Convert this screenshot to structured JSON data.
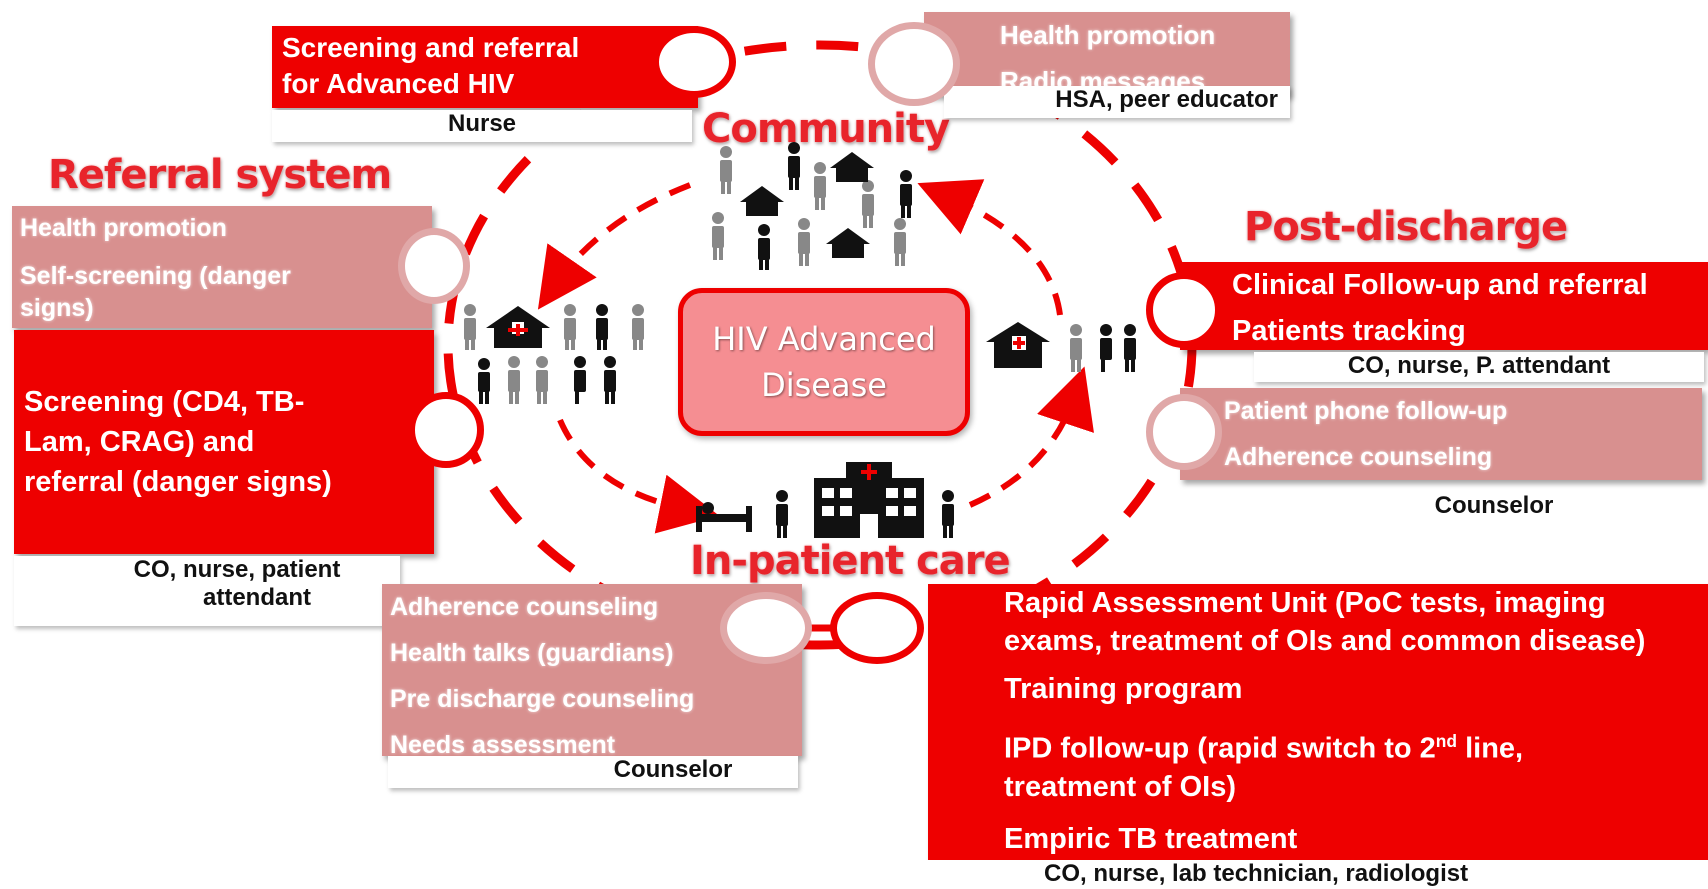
{
  "center": {
    "line1": "HIV Advanced",
    "line2": "Disease"
  },
  "sections": {
    "community": "Community",
    "referral": "Referral system",
    "post_discharge": "Post-discharge",
    "inpatient": "In-patient care"
  },
  "boxes": {
    "screening_advanced": {
      "lines": [
        "Screening and referral",
        "for Advanced HIV"
      ],
      "staff": "Nurse"
    },
    "community_promo": {
      "lines": [
        "Health promotion",
        "Radio messages"
      ],
      "staff": "HSA, peer educator"
    },
    "referral_promo": {
      "lines": [
        "Health promotion",
        "Self-screening (danger",
        "signs)"
      ]
    },
    "referral_screening": {
      "lines": [
        "Screening (CD4, TB-",
        "Lam, CRAG) and",
        "referral (danger signs)"
      ],
      "staff_lines": [
        "CO, nurse, patient",
        "attendant"
      ]
    },
    "clinical_followup": {
      "lines": [
        "Clinical Follow-up and referral",
        "Patients tracking"
      ],
      "staff": "CO, nurse, P. attendant"
    },
    "phone_followup": {
      "lines": [
        "Patient phone follow-up",
        "Adherence counseling"
      ],
      "staff": "Counselor"
    },
    "inpatient_counsel": {
      "lines": [
        "Adherence counseling",
        "Health talks (guardians)",
        "Pre discharge counseling",
        "Needs assessment"
      ],
      "staff": "Counselor"
    },
    "rapid_unit": {
      "line1": "Rapid Assessment Unit (PoC tests, imaging",
      "line2": "exams, treatment of OIs and common disease)",
      "line3": "Training program",
      "line4a": "IPD follow-up (rapid switch to 2",
      "line4sup": "nd",
      "line4b": " line,",
      "line5": "treatment of OIs)",
      "line6": "Empiric TB treatment",
      "staff": "CO, nurse, lab technician, radiologist"
    }
  },
  "colors": {
    "red": "#ee0000",
    "pink": "#d8908f",
    "title_red": "#e8242b",
    "center_fill": "#f58e92"
  }
}
